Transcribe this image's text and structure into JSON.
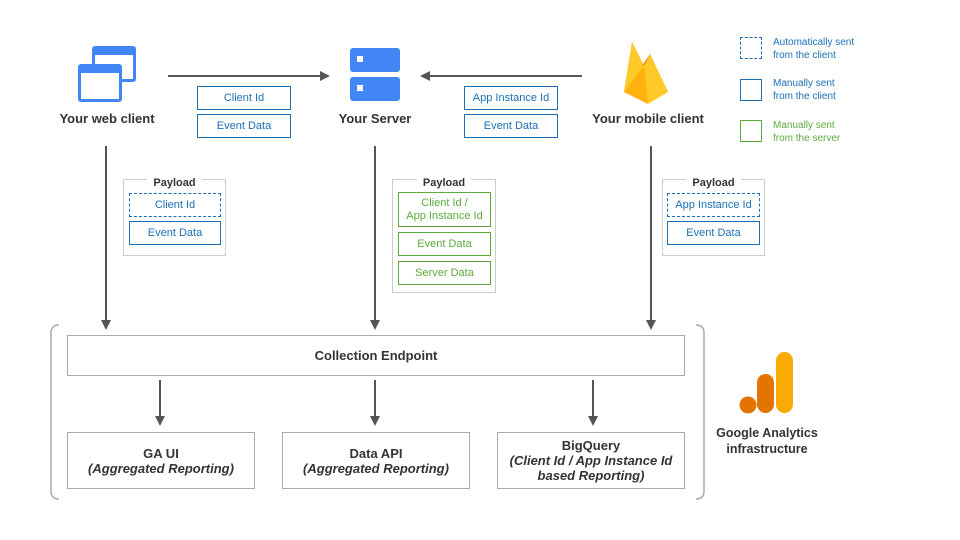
{
  "nodes": {
    "web_client": "Your web client",
    "server": "Your Server",
    "mobile_client": "Your mobile client"
  },
  "web_to_server": {
    "client_id": "Client Id",
    "event_data": "Event Data"
  },
  "mobile_to_server": {
    "app_instance_id": "App Instance Id",
    "event_data": "Event Data"
  },
  "payload_web": {
    "title": "Payload",
    "client_id": "Client Id",
    "event_data": "Event Data"
  },
  "payload_server": {
    "title": "Payload",
    "client_id_line1": "Client Id /",
    "client_id_line2": "App Instance Id",
    "event_data": "Event Data",
    "server_data": "Server Data"
  },
  "payload_mobile": {
    "title": "Payload",
    "app_instance_id": "App Instance Id",
    "event_data": "Event Data"
  },
  "collection_endpoint": "Collection Endpoint",
  "ga_ui": {
    "title": "GA UI",
    "sub": "(Aggregated Reporting)"
  },
  "data_api": {
    "title": "Data API",
    "sub": "(Aggregated Reporting)"
  },
  "bigquery": {
    "title": "BigQuery",
    "sub_line1": "(Client Id / App Instance Id",
    "sub_line2": "based Reporting)"
  },
  "ga_infra": {
    "line1": "Google Analytics",
    "line2": "infrastructure"
  },
  "legend": [
    {
      "line1": "Automatically sent",
      "line2": "from the client",
      "color": "#1a6fb5",
      "style": "dashed"
    },
    {
      "line1": "Manually sent",
      "line2": "from the client",
      "color": "#1a6fb5",
      "style": "solid"
    },
    {
      "line1": "Manually sent",
      "line2": "from the server",
      "color": "#5cab3c",
      "style": "solid"
    }
  ],
  "colors": {
    "blue": "#1a6fb5",
    "green": "#5cab3c",
    "icon_blue": "#4285f4",
    "ga_orange": "#f9ab00",
    "ga_dark_orange": "#e37400"
  },
  "icons": [
    "browser-window-icon",
    "server-icon",
    "firebase-icon",
    "google-analytics-icon"
  ]
}
